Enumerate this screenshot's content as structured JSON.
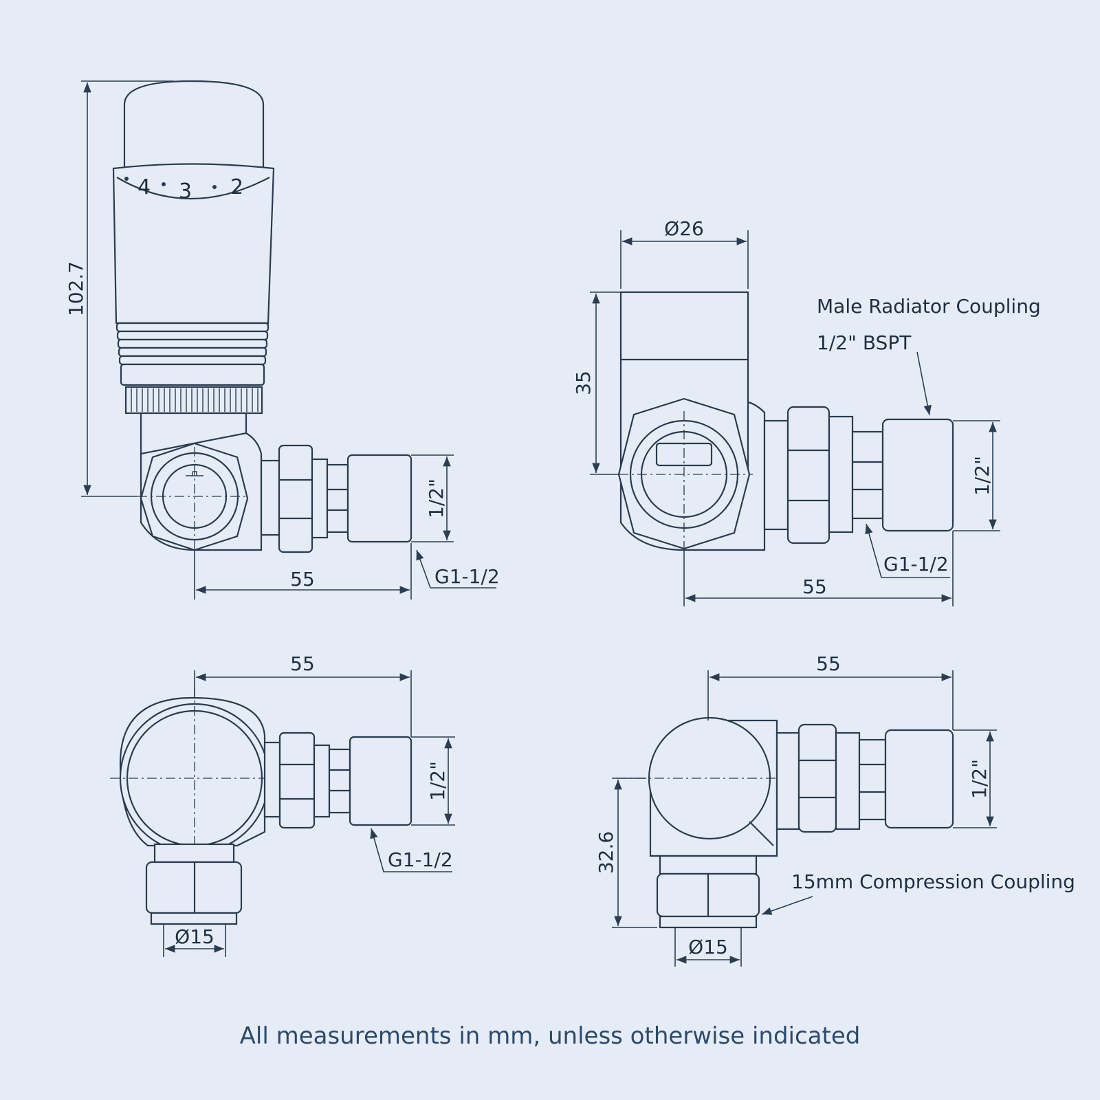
{
  "views": {
    "front_left": {
      "height": "102.7",
      "width": "55",
      "pipe": "1/2\"",
      "thread": "G1-1/2",
      "dial_numbers": [
        "4",
        "3",
        "2"
      ]
    },
    "front_right": {
      "head_diameter": "Ø26",
      "head_height": "35",
      "coupling_label_line1": "Male Radiator Coupling",
      "coupling_label_line2": "1/2\" BSPT",
      "pipe": "1/2\"",
      "thread": "G1-1/2",
      "width": "55"
    },
    "bottom_left": {
      "width": "55",
      "pipe": "1/2\"",
      "thread": "G1-1/2",
      "diameter": "Ø15"
    },
    "bottom_right": {
      "width": "55",
      "pipe": "1/2\"",
      "height": "32.6",
      "compression_label": "15mm Compression Coupling",
      "diameter": "Ø15"
    }
  },
  "footer": "All measurements in mm, unless otherwise indicated"
}
